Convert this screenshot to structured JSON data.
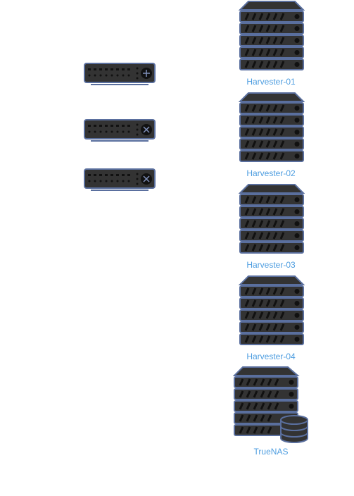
{
  "diagram": {
    "servers": [
      {
        "label": "Harvester-01",
        "icon": "rack-server-icon"
      },
      {
        "label": "Harvester-02",
        "icon": "rack-server-icon"
      },
      {
        "label": "Harvester-03",
        "icon": "rack-server-icon"
      },
      {
        "label": "Harvester-04",
        "icon": "rack-server-icon"
      }
    ],
    "storage": {
      "label": "TrueNAS",
      "icon": "storage-server-icon"
    },
    "network_devices": [
      {
        "icon": "router-icon"
      },
      {
        "icon": "switch-icon"
      },
      {
        "icon": "switch-icon"
      }
    ],
    "colors": {
      "label": "#4d9de0",
      "device_fill": "#333333",
      "device_outline": "#5a6f9e"
    }
  }
}
